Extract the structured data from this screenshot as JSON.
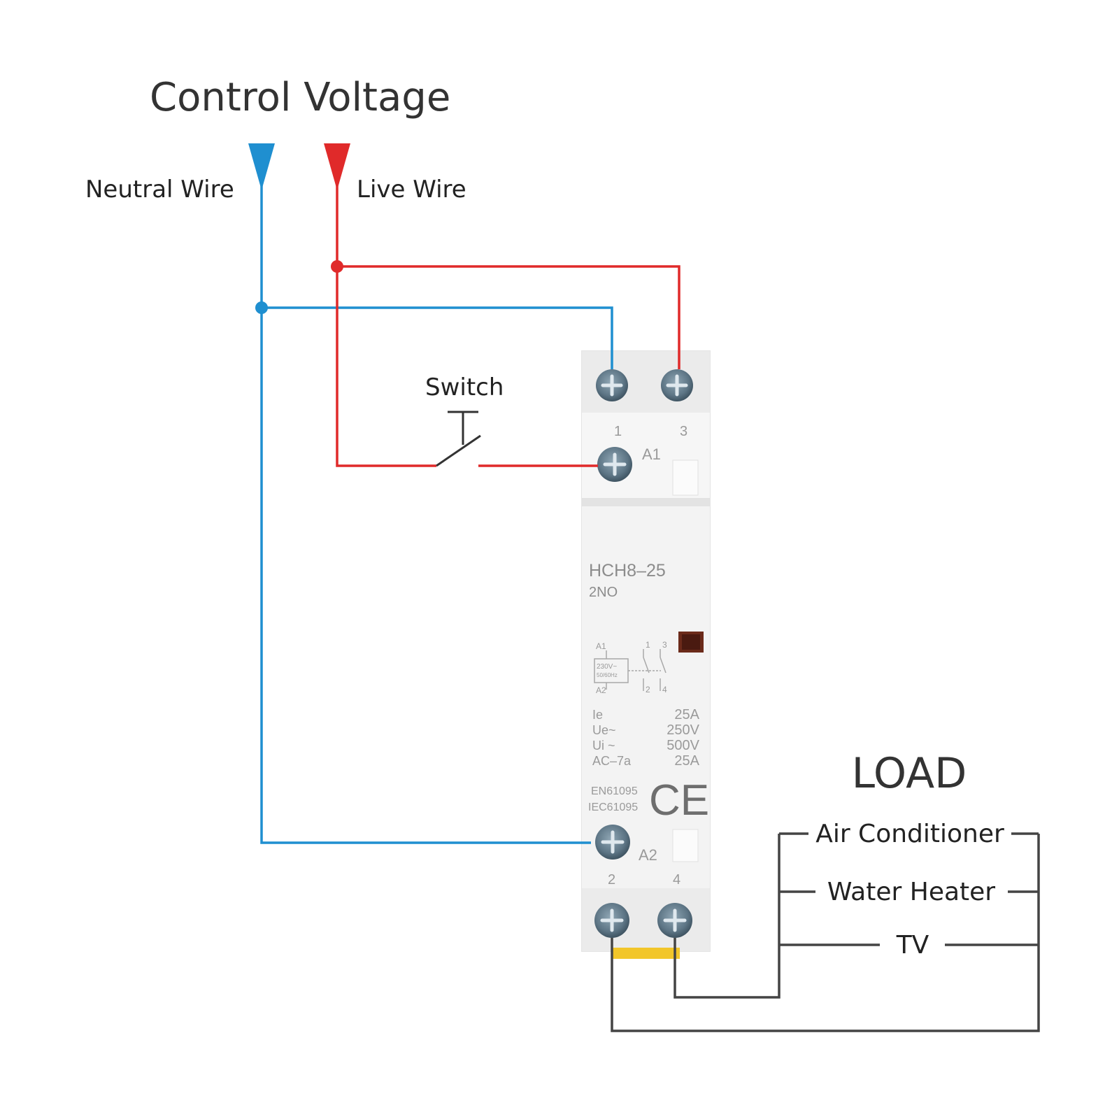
{
  "title": "Control Voltage",
  "wires": {
    "neutral_label": "Neutral Wire",
    "live_label": "Live Wire",
    "neutral_color": "#1f8fd0",
    "live_color": "#e02a2a",
    "load_color": "#444444"
  },
  "switch_label": "Switch",
  "contactor": {
    "model": "HCH8–25",
    "type": "2NO",
    "terminals": {
      "t1": "1",
      "t3": "3",
      "a1": "A1",
      "a2": "A2",
      "t2": "2",
      "t4": "4"
    },
    "schematic": {
      "a1": "A1",
      "a2": "A2",
      "coil_line1": "230V~",
      "coil_line2": "50/60Hz",
      "c1": "1",
      "c3": "3",
      "c2": "2",
      "c4": "4"
    },
    "specs": [
      {
        "name": "Ie",
        "value": "25A"
      },
      {
        "name": "Ue~",
        "value": "250V"
      },
      {
        "name": "Ui ~",
        "value": "500V"
      },
      {
        "name": "AC–7a",
        "value": "25A"
      }
    ],
    "standard1": "EN61095",
    "standard2": "IEC61095",
    "ce_mark": "CE"
  },
  "load": {
    "title": "LOAD",
    "items": [
      "Air Conditioner",
      "Water Heater",
      "TV"
    ]
  }
}
